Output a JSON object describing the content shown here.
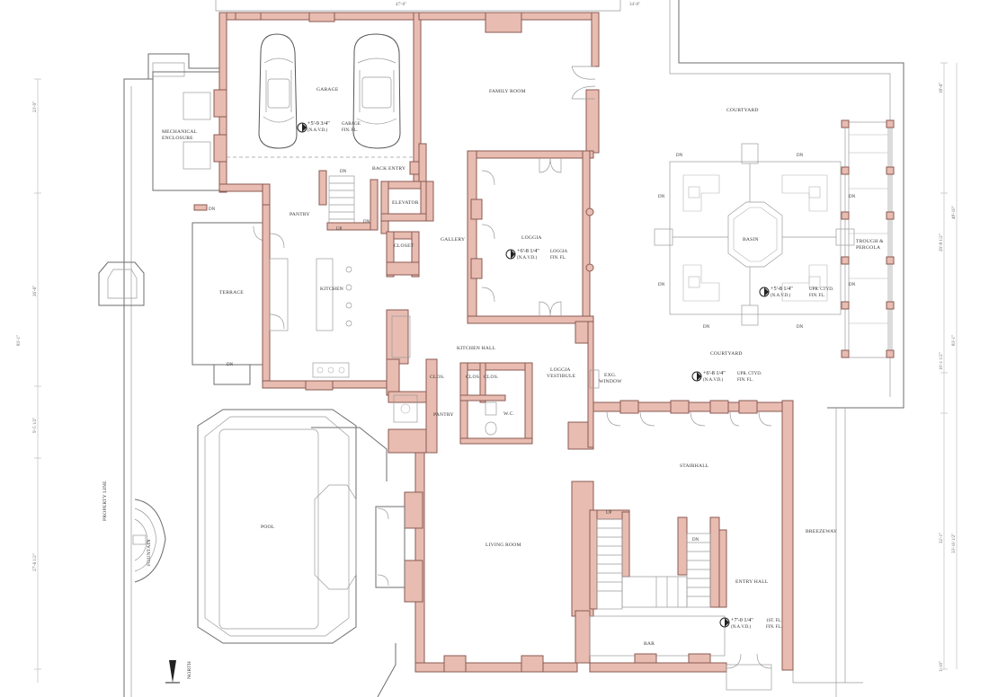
{
  "colors": {
    "wall_fill": "#e8bcb1",
    "wall_stroke": "#8a5a52",
    "line": "#6d6d6d"
  },
  "rooms": {
    "garage": "GARAGE",
    "mechanical_1": "MECHANICAL",
    "mechanical_2": "ENCLOSURE",
    "family_room": "FAMILY ROOM",
    "back_entry": "BACK ENTRY",
    "pantry_upper": "PANTRY",
    "elevator": "ELEVATOR",
    "closet": "CLOSET",
    "gallery": "GALLERY",
    "loggia": "LOGGIA",
    "courtyard_upper": "COURTYARD",
    "basin": "BASIN",
    "trough_1": "TROUGH &",
    "trough_2": "PERGOLA",
    "terrace": "TERRACE",
    "kitchen": "KITCHEN",
    "kitchen_hall": "KITCHEN HALL",
    "loggia_vestibule_1": "LOGGIA",
    "loggia_vestibule_2": "VESTIBULE",
    "exg_window_1": "EXG.",
    "exg_window_2": "WINDOW",
    "courtyard_lower": "COURTYARD",
    "clos_a": "CLOS.",
    "clos_b": "CLOS.",
    "clos_c": "CLOS.",
    "wc": "W.C.",
    "pantry_lower": "PANTRY",
    "stairhall": "STAIRHALL",
    "pool": "POOL",
    "fountain": "FOUNTAIN",
    "living_room": "LIVING ROOM",
    "breezeway": "BREEZEWAY",
    "entry_hall": "ENTRY HALL",
    "bar": "BAR",
    "property_line": "PROPERTY LINE",
    "north": "NORTH"
  },
  "elevations": {
    "garage": {
      "value": "+5'-9 3/4\"",
      "datum": "(N.A.V.D.)",
      "type_1": "GARAGE",
      "type_2": "FIN. FL."
    },
    "loggia": {
      "value": "+6'-8 1/4\"",
      "datum": "(N.A.V.D.)",
      "type_1": "LOGGIA",
      "type_2": "FIN. FL."
    },
    "courtyard_upper": {
      "value": "+5'-8 1/4\"",
      "datum": "(N.A.V.D.)",
      "type_1": "UPR. CTYD.",
      "type_2": "FIN. FL."
    },
    "courtyard_lower": {
      "value": "+6'-8 1/4\"",
      "datum": "(N.A.V.D.)",
      "type_1": "UPR. CTYD.",
      "type_2": "FIN. FL."
    },
    "entry": {
      "value": "+7'-0 1/4\"",
      "datum": "(N.A.V.D.)",
      "type_1": "1ST. FL.",
      "type_2": "FIN. FL."
    }
  },
  "stair_marks": {
    "dn": "DN",
    "up": "UP"
  },
  "dimensions": {
    "top_left": "47'-0\"",
    "top_right": "34'-0\"",
    "left_1": "23'-9\"",
    "left_2": "26'-6\"",
    "left_3": "83'-1\"",
    "left_4": "9'-5 1/2\"",
    "left_5": "27'-6 1/2\"",
    "right_1": "18'-6\"",
    "right_2": "48'-10\"",
    "right_3": "29'-8 1/2\"",
    "right_4": "83'-1\"",
    "right_5": "10'-1 1/2\"",
    "right_6": "32'-1\"",
    "right_7": "33'-10 1/2\"",
    "right_8": "1'-10\""
  }
}
